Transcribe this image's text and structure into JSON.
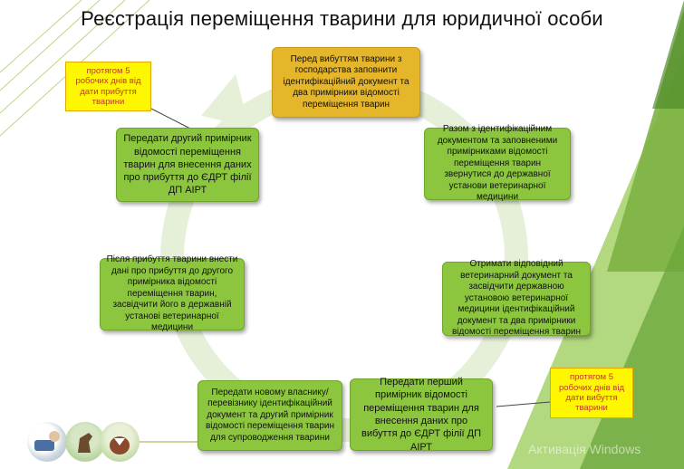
{
  "title": "Реєстрація переміщення тварини для юридичної особи",
  "steps": [
    "Перед вибуттям тварини з господарства заповнити ідентифікаційний документ та два примірники відомості переміщення тварин",
    "Разом з ідентифікаційним документом та заповненими примірниками відомості переміщення тварин звернутися до державної установи ветеринарної медицини",
    "Отримати відповідний ветеринарний документ та засвідчити державною установою ветеринарної медицини ідентифікаційний документ та два примірники відомості переміщення тварин",
    "Передати перший примірник відомості переміщення тварин для внесення даних про вибуття до ЄДРТ філії ДП АІРТ",
    "Передати новому власнику/перевізнику ідентифікаційний документ та другий примірник відомості переміщення тварин для супроводження тварини",
    "Після прибуття тварини внести дані про прибуття до другого примірника відомості переміщення тварин, засвідчити його в державній установі ветеринарної медицини",
    "Передати другий примірник відомості переміщення тварин для внесення даних про прибуття до ЄДРТ філії ДП АІРТ"
  ],
  "notes": {
    "arrival": "протягом 5 робочих днів від дати прибуття тварини",
    "departure": "протягом 5 робочих днів від дати вибуття тварини"
  },
  "watermark": "Активація Windows",
  "colors": {
    "box_green": "#8cc63e",
    "box_gold": "#e5b52a",
    "note_yellow": "#fff700",
    "note_text": "#c0392b",
    "decor_green": "#7cb342"
  }
}
